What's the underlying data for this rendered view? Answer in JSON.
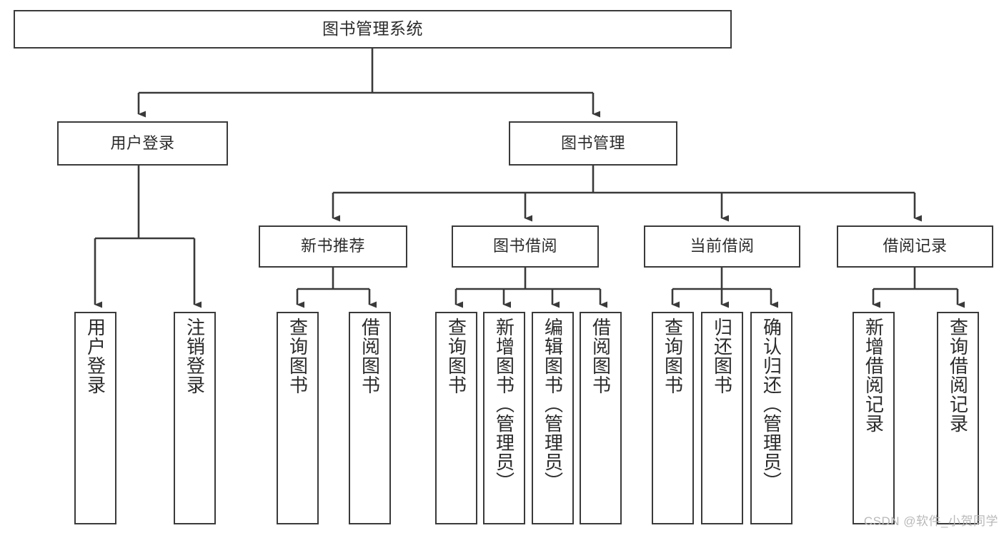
{
  "diagram": {
    "title": "图书管理系统",
    "type": "hierarchy-tree",
    "background": "#ffffff",
    "line_color": "#3a3a3a",
    "box_border_color": "#3a3a3a",
    "text_color": "#2b2b2b",
    "watermark": "CSDN @软件_小贺同学"
  },
  "nodes": {
    "root": {
      "label": "图书管理系统"
    },
    "level2": [
      {
        "id": "user-login",
        "label": "用户登录"
      },
      {
        "id": "book-manage",
        "label": "图书管理"
      }
    ],
    "level3": [
      {
        "id": "new-book-rec",
        "label": "新书推荐"
      },
      {
        "id": "book-borrow",
        "label": "图书借阅"
      },
      {
        "id": "current-borrow",
        "label": "当前借阅"
      },
      {
        "id": "borrow-record",
        "label": "借阅记录"
      }
    ],
    "leaves": {
      "user-login": [
        {
          "id": "leaf-user-login",
          "label": "用户登录"
        },
        {
          "id": "leaf-logout",
          "label": "注销登录"
        }
      ],
      "new-book-rec": [
        {
          "id": "leaf-query-book-1",
          "label": "查询图书"
        },
        {
          "id": "leaf-borrow-book-1",
          "label": "借阅图书"
        }
      ],
      "book-borrow": [
        {
          "id": "leaf-query-book-2",
          "label": "查询图书"
        },
        {
          "id": "leaf-add-book",
          "label": "新增图书（管理员）"
        },
        {
          "id": "leaf-edit-book",
          "label": "编辑图书（管理员）"
        },
        {
          "id": "leaf-borrow-book-2",
          "label": "借阅图书"
        }
      ],
      "current-borrow": [
        {
          "id": "leaf-query-book-3",
          "label": "查询图书"
        },
        {
          "id": "leaf-return-book",
          "label": "归还图书"
        },
        {
          "id": "leaf-confirm-return",
          "label": "确认归还（管理员）"
        }
      ],
      "borrow-record": [
        {
          "id": "leaf-add-record",
          "label": "新增借阅记录"
        },
        {
          "id": "leaf-query-record",
          "label": "查询借阅记录"
        }
      ]
    }
  }
}
